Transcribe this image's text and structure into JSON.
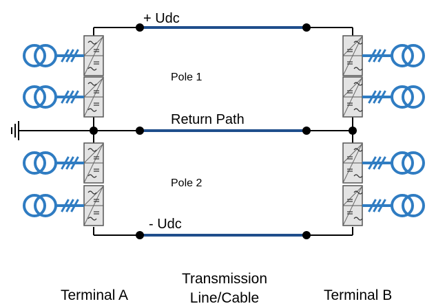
{
  "labels": {
    "plus_udc": "+ Udc",
    "minus_udc": "- Udc",
    "return_path": "Return Path",
    "pole1": "Pole 1",
    "pole2": "Pole 2",
    "terminal_a": "Terminal A",
    "terminal_b": "Terminal B",
    "transmission_line1": "Transmission",
    "transmission_line2": "Line/Cable"
  },
  "colors": {
    "line": "#1f4e8c",
    "wire": "#000000",
    "coil": "#2f7cc2",
    "converter_fill": "#e3e3e3",
    "converter_stroke": "#555555"
  },
  "icons": [
    "ground-icon",
    "transformer-icon",
    "converter-icon"
  ]
}
